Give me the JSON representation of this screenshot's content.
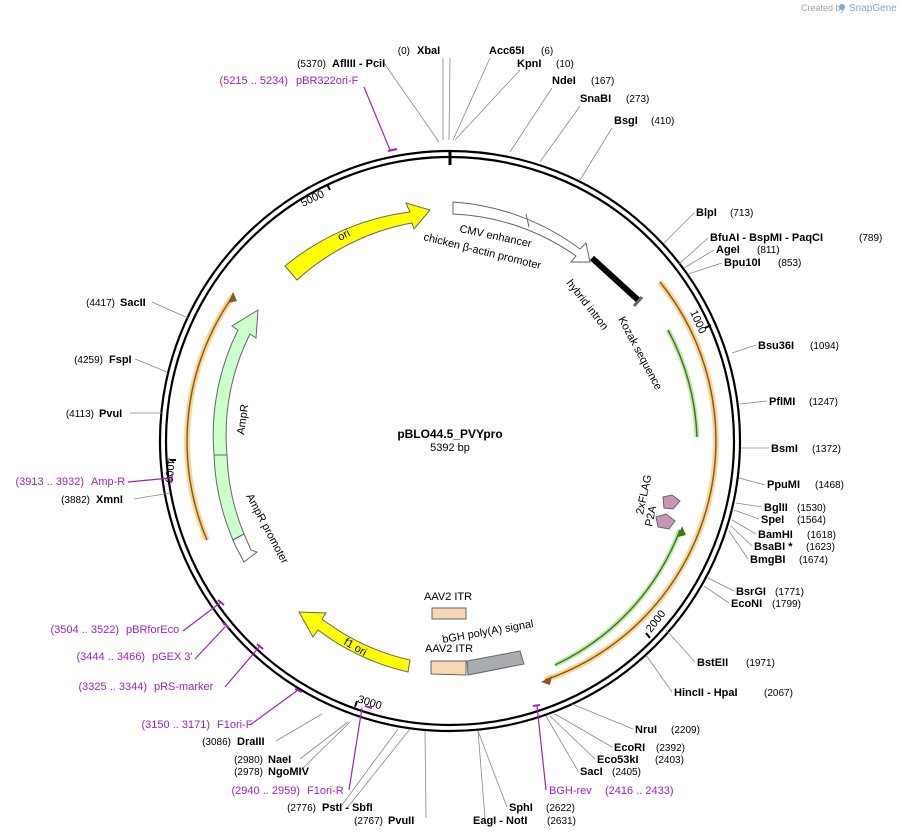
{
  "plasmid": {
    "name": "pBLO44.5_PVYpro",
    "length_label": "5392 bp",
    "length": 5392
  },
  "credit": {
    "prefix": "Created by",
    "brand": "SnapGene"
  },
  "ticks": [
    "1000",
    "2000",
    "3000",
    "4000",
    "5000"
  ],
  "features": [
    {
      "name": "CMV enhancer"
    },
    {
      "name": "chicken β-actin promoter"
    },
    {
      "name": "hybrid intron"
    },
    {
      "name": "Kozak sequence"
    },
    {
      "name": "ori"
    },
    {
      "name": "AmpR"
    },
    {
      "name": "AmpR promoter"
    },
    {
      "name": "f1 ori"
    },
    {
      "name": "AAV2 ITR"
    },
    {
      "name": "AAV2 ITR"
    },
    {
      "name": "bGH poly(A) signal"
    },
    {
      "name": "2xFLAG"
    },
    {
      "name": "P2A"
    }
  ],
  "sites": [
    {
      "name": "XbaI",
      "pos": "(0)"
    },
    {
      "name": "Acc65I",
      "pos": "(6)"
    },
    {
      "name": "KpnI",
      "pos": "(10)"
    },
    {
      "name": "NdeI",
      "pos": "(167)"
    },
    {
      "name": "SnaBI",
      "pos": "(273)"
    },
    {
      "name": "BsgI",
      "pos": "(410)"
    },
    {
      "name": "BlpI",
      "pos": "(713)"
    },
    {
      "name": "BfuAI  - BspMI  - PaqCI",
      "pos": "(789)"
    },
    {
      "name": "AgeI",
      "pos": "(811)"
    },
    {
      "name": "Bpu10I",
      "pos": "(853)"
    },
    {
      "name": "Bsu36I",
      "pos": "(1094)"
    },
    {
      "name": "PflMI",
      "pos": "(1247)"
    },
    {
      "name": "BsmI",
      "pos": "(1372)"
    },
    {
      "name": "PpuMI",
      "pos": "(1468)"
    },
    {
      "name": "BglII",
      "pos": "(1530)"
    },
    {
      "name": "SpeI",
      "pos": "(1564)"
    },
    {
      "name": "BamHI",
      "pos": "(1618)"
    },
    {
      "name": "BsaBI *",
      "pos": "(1623)"
    },
    {
      "name": "BmgBI",
      "pos": "(1674)"
    },
    {
      "name": "BsrGI",
      "pos": "(1771)"
    },
    {
      "name": "EcoNI",
      "pos": "(1799)"
    },
    {
      "name": "BstEII",
      "pos": "(1971)"
    },
    {
      "name": "HincII  - HpaI",
      "pos": "(2067)"
    },
    {
      "name": "NruI",
      "pos": "(2209)"
    },
    {
      "name": "EcoRI",
      "pos": "(2392)"
    },
    {
      "name": "Eco53kI",
      "pos": "(2403)"
    },
    {
      "name": "SacI",
      "pos": "(2405)"
    },
    {
      "name": "SphI",
      "pos": "(2622)"
    },
    {
      "name": "EagI  - NotI",
      "pos": "(2631)"
    },
    {
      "name": "PvuII",
      "pos": "(2767)"
    },
    {
      "name": "PstI  - SbfI",
      "pos": "(2776)"
    },
    {
      "name": "NgoMIV",
      "pos": "(2978)"
    },
    {
      "name": "NaeI",
      "pos": "(2980)"
    },
    {
      "name": "DraIII",
      "pos": "(3086)"
    },
    {
      "name": "XmnI",
      "pos": "(3882)"
    },
    {
      "name": "PvuI",
      "pos": "(4113)"
    },
    {
      "name": "FspI",
      "pos": "(4259)"
    },
    {
      "name": "SacII",
      "pos": "(4417)"
    },
    {
      "name": "AflIII  - PciI",
      "pos": "(5370)"
    }
  ],
  "primers": [
    {
      "name": "pBR322ori-F",
      "range": "(5215 .. 5234)"
    },
    {
      "name": "Amp-R",
      "range": "(3913 .. 3932)"
    },
    {
      "name": "pBRforEco",
      "range": "(3504 .. 3522)"
    },
    {
      "name": "pGEX 3'",
      "range": "(3444 .. 3466)"
    },
    {
      "name": "pRS-marker",
      "range": "(3325 .. 3344)"
    },
    {
      "name": "F1ori-F",
      "range": "(3150 .. 3171)"
    },
    {
      "name": "F1ori-R",
      "range": "(2940 .. 2959)"
    },
    {
      "name": "BGH-rev",
      "range": "(2416 .. 2433)"
    }
  ],
  "colors": {
    "backbone": "#000000",
    "ori": "#ffff00",
    "ampr": "#ccffcc",
    "promoter": "#ffffff",
    "itr": "#f9d7b3",
    "polyA": "#a8acb0",
    "orf": "#f7c05e",
    "orf_inner": "#5aa02c",
    "primer": "#a020c0",
    "tag": "#c896b4"
  }
}
